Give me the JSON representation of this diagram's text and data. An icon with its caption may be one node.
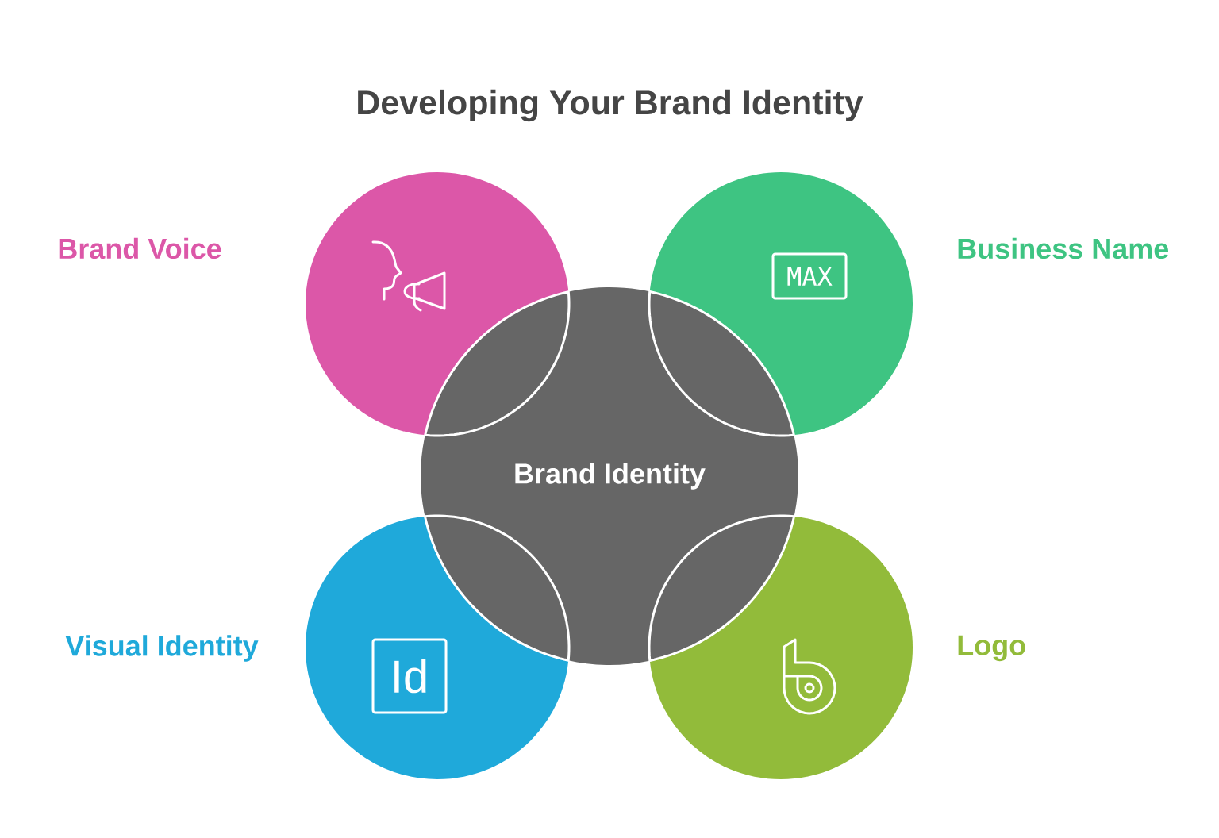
{
  "diagram": {
    "title": "Developing Your Brand Identity",
    "nodes": [
      {
        "text": [
          "Brand Voice"
        ]
      },
      {
        "text": [
          "Business Name"
        ]
      },
      {
        "text": [
          "Brand Identity"
        ]
      },
      {
        "text": [
          "Visual Identity"
        ]
      },
      {
        "text": [
          "Logo"
        ]
      }
    ],
    "labels": [
      "MAX",
      "Id"
    ]
  }
}
